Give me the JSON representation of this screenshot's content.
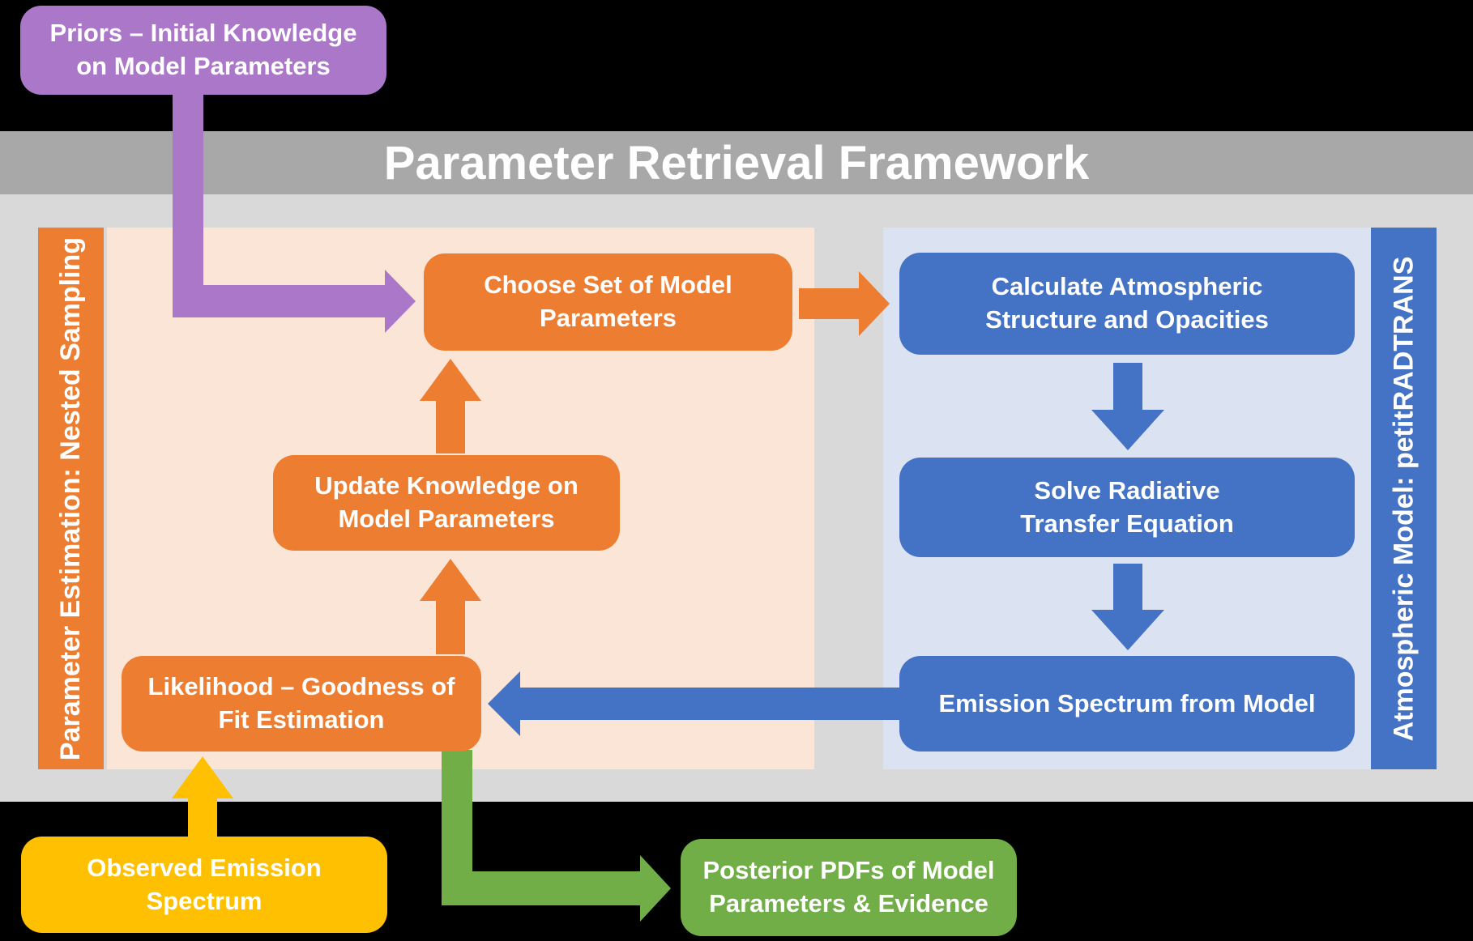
{
  "colors": {
    "banner_bg": "#A8A8A8",
    "container_bg": "#D9D9D9",
    "estimation_accent": "#ED7D31",
    "estimation_panel_bg": "#FBE5D6",
    "model_accent": "#4472C4",
    "model_panel_bg": "#DBE3F2",
    "priors_accent": "#AB77C9",
    "observed_accent": "#FFC002",
    "posterior_accent": "#71AE48",
    "text": "#FFFFFF",
    "background": "#000000"
  },
  "banner": {
    "title": "Parameter Retrieval Framework"
  },
  "callouts": {
    "priors": {
      "label": "Priors – Initial Knowledge\non Model Parameters"
    },
    "observed": {
      "label": "Observed Emission\nSpectrum"
    },
    "posterior": {
      "label": "Posterior PDFs of Model\nParameters & Evidence"
    }
  },
  "estimation_panel": {
    "sidebar_label": "Parameter Estimation: Nested Sampling",
    "boxes": {
      "choose": {
        "label": "Choose Set of Model\nParameters"
      },
      "update": {
        "label": "Update Knowledge on\nModel Parameters"
      },
      "likelihood": {
        "label": "Likelihood – Goodness of\nFit Estimation"
      }
    }
  },
  "model_panel": {
    "sidebar_label": "Atmospheric Model: petitRADTRANS",
    "boxes": {
      "calculate": {
        "label": "Calculate Atmospheric\nStructure and Opacities"
      },
      "solve": {
        "label": "Solve Radiative\nTransfer Equation"
      },
      "emission": {
        "label": "Emission Spectrum from Model"
      }
    }
  },
  "arrows": [
    {
      "name": "priors-to-choose",
      "from": "priors",
      "to": "choose",
      "color_key": "priors_accent",
      "shape": "elbow-down-right"
    },
    {
      "name": "choose-to-calculate",
      "from": "choose",
      "to": "calculate",
      "color_key": "estimation_accent",
      "shape": "right"
    },
    {
      "name": "calculate-to-solve",
      "from": "calculate",
      "to": "solve",
      "color_key": "model_accent",
      "shape": "down"
    },
    {
      "name": "solve-to-emission",
      "from": "solve",
      "to": "emission",
      "color_key": "model_accent",
      "shape": "down"
    },
    {
      "name": "emission-to-likelihood",
      "from": "emission",
      "to": "likelihood",
      "color_key": "model_accent",
      "shape": "left"
    },
    {
      "name": "likelihood-to-update",
      "from": "likelihood",
      "to": "update",
      "color_key": "estimation_accent",
      "shape": "up"
    },
    {
      "name": "update-to-choose",
      "from": "update",
      "to": "choose",
      "color_key": "estimation_accent",
      "shape": "up"
    },
    {
      "name": "observed-to-likelihood",
      "from": "observed",
      "to": "likelihood",
      "color_key": "observed_accent",
      "shape": "up"
    },
    {
      "name": "likelihood-to-posterior",
      "from": "likelihood",
      "to": "posterior",
      "color_key": "posterior_accent",
      "shape": "elbow-down-right"
    }
  ]
}
